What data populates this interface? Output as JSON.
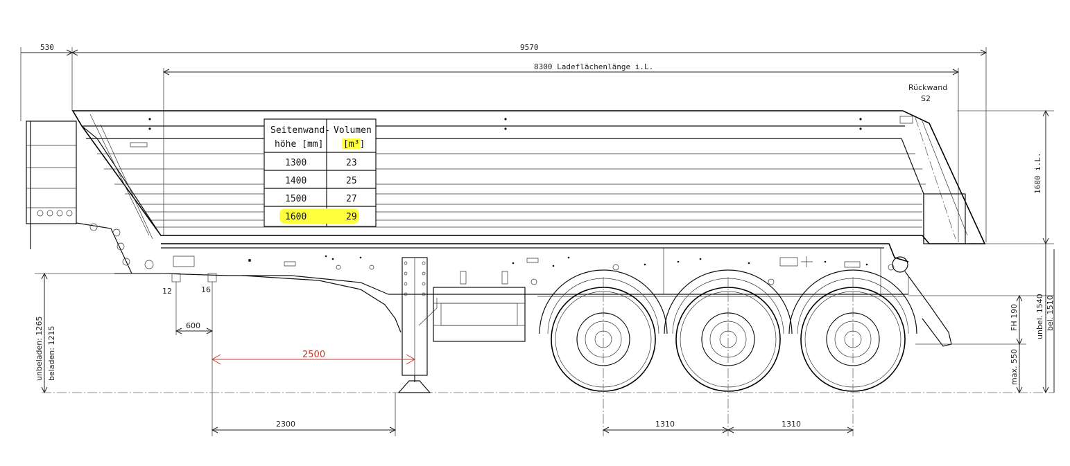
{
  "dimensions": {
    "front_overhang": "530",
    "overall_length": "9570",
    "load_length": "8300  Ladeflächenlänge i.L.",
    "rear_wall": "Rückwand",
    "rear_wall_type": "S2",
    "side_height": "1600  i.L.",
    "unloaded_left": "unbeladen: 1265",
    "loaded_left": "beladen: 1215",
    "kingpin_a": "12",
    "kingpin_b": "16",
    "offset_600": "600",
    "landing_gear_reach": "2500",
    "landing_gear_dist": "2300",
    "axle_spacing_1": "1310",
    "axle_spacing_2": "1310",
    "underride_fh": "FH 190",
    "underride_max": "max. 550",
    "rear_unloaded": "unbel. 1540",
    "rear_loaded": "bel. 1510"
  },
  "table": {
    "header_height_line1": "Seitenwand-",
    "header_height_line2": "höhe [mm]",
    "header_volume_line1": "Volumen",
    "header_volume_line2": "[m³]",
    "rows": [
      {
        "height": "1300",
        "volume": "23"
      },
      {
        "height": "1400",
        "volume": "25"
      },
      {
        "height": "1500",
        "volume": "27"
      },
      {
        "height": "1600",
        "volume": "29"
      }
    ],
    "highlighted_row": 3
  },
  "colors": {
    "highlight": "#ffff3b",
    "red_dimension": "#c0392b",
    "line": "#111111"
  }
}
